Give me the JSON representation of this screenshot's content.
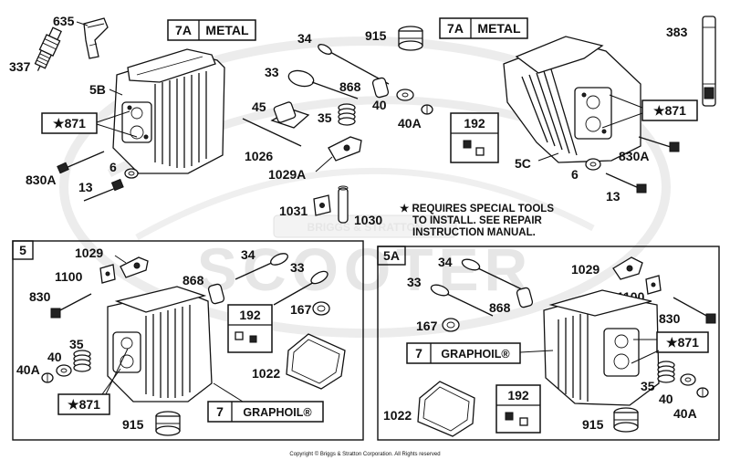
{
  "watermark": {
    "logo_text": "SCOOTER",
    "badge_text": "BRIGGS & STRATTON"
  },
  "labels": {
    "l635": "635",
    "l337": "337",
    "l5b": "5B",
    "l871a": "871",
    "l830a_left": "830A",
    "l6_left": "6",
    "l13_left": "13",
    "l7a_left_num": "7A",
    "l7a_left_txt": "METAL",
    "l34_top": "34",
    "l33_top": "33",
    "l45": "45",
    "l35_top": "35",
    "l1026": "1026",
    "l1029a": "1029A",
    "l1031": "1031",
    "l1030": "1030",
    "l915_top": "915",
    "l868_top": "868",
    "l40_top": "40",
    "l40a_top": "40A",
    "l192_top": "192",
    "l7a_right_num": "7A",
    "l7a_right_txt": "METAL",
    "l383": "383",
    "l871b": "871",
    "l5c": "5C",
    "l6_right": "6",
    "l830a_right": "830A",
    "l13_right": "13"
  },
  "note": {
    "line1": "★ REQUIRES SPECIAL TOOLS",
    "line2": "TO INSTALL.  SEE REPAIR",
    "line3": "INSTRUCTION MANUAL."
  },
  "panel5": {
    "id": "5",
    "l1029": "1029",
    "l1100": "1100",
    "l830": "830",
    "l34": "34",
    "l33": "33",
    "l868": "868",
    "l192": "192",
    "l167": "167",
    "l35": "35",
    "l40": "40",
    "l40a": "40A",
    "l871": "871",
    "l1022": "1022",
    "l915": "915",
    "l7": "7",
    "graphoil": "GRAPHOIL®"
  },
  "panel5a": {
    "id": "5A",
    "l34": "34",
    "l33": "33",
    "l1029": "1029",
    "l868": "868",
    "l1100": "1100",
    "l167": "167",
    "l830": "830",
    "l7": "7",
    "graphoil": "GRAPHOIL®",
    "l871": "871",
    "l35": "35",
    "l40": "40",
    "l40a": "40A",
    "l192": "192",
    "l1022": "1022",
    "l915": "915"
  },
  "copyright": "Copyright © Briggs & Stratton Corporation. All Rights reserved"
}
